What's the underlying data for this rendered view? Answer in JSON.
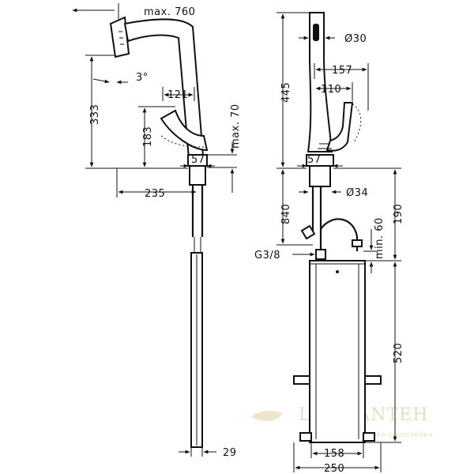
{
  "dimensions": {
    "max_760": "max. 760",
    "angle_3": "3°",
    "d333": "333",
    "d121": "121",
    "d183": "183",
    "max_70": "max. 70",
    "d57_left": "57",
    "d235": "235",
    "d29": "29",
    "d445": "445",
    "dia30": "Ø30",
    "d157": "157",
    "d110": "110",
    "d57_right": "57",
    "dia34": "Ø34",
    "d840": "840",
    "d190": "190",
    "min60": "min. 60",
    "g38": "G3/8",
    "d520": "520",
    "d158": "158",
    "d250": "250"
  },
  "watermark": {
    "main": "LUX-SANTEH",
    "sub": "ЕВРОПЕЙСКАЯ САНТЕХНИКА"
  }
}
